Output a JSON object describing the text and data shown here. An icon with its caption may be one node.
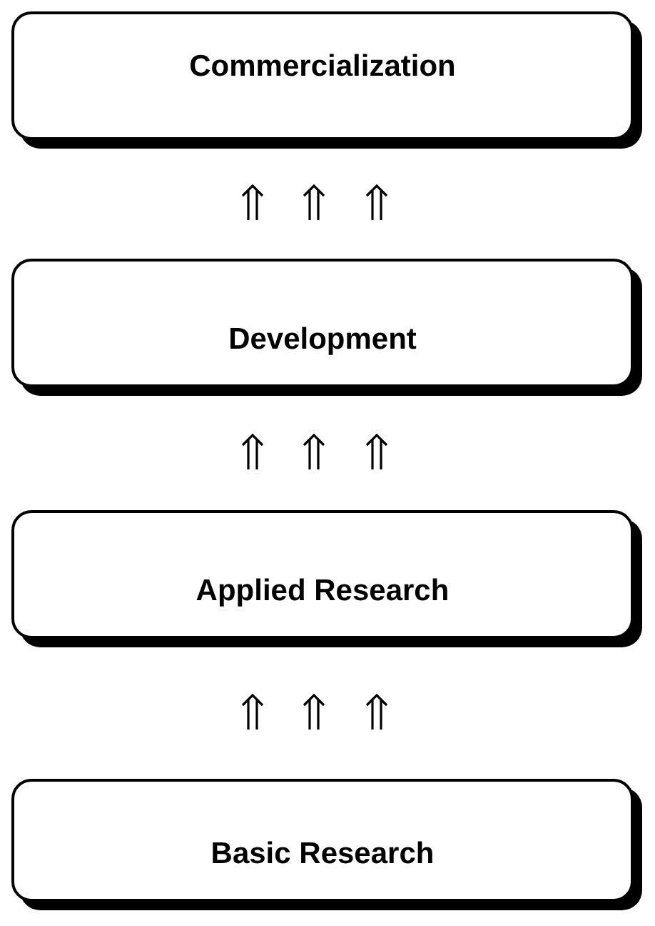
{
  "diagram": {
    "nodes": [
      {
        "text": [
          "Commercialization"
        ]
      },
      {
        "text": [
          "Development"
        ]
      },
      {
        "text": [
          "Applied Research"
        ]
      },
      {
        "text": [
          "Basic Research"
        ]
      }
    ],
    "edges": [
      {
        "from": 1,
        "to": 0,
        "arrow": "to"
      },
      {
        "from": 1,
        "to": 0,
        "arrow": "to"
      },
      {
        "from": 1,
        "to": 0,
        "arrow": "to"
      },
      {
        "from": 2,
        "to": 1,
        "arrow": "to"
      },
      {
        "from": 2,
        "to": 1,
        "arrow": "to"
      },
      {
        "from": 2,
        "to": 1,
        "arrow": "to"
      },
      {
        "from": 3,
        "to": 2,
        "arrow": "to"
      },
      {
        "from": 3,
        "to": 2,
        "arrow": "to"
      },
      {
        "from": 3,
        "to": 2,
        "arrow": "to"
      }
    ]
  }
}
